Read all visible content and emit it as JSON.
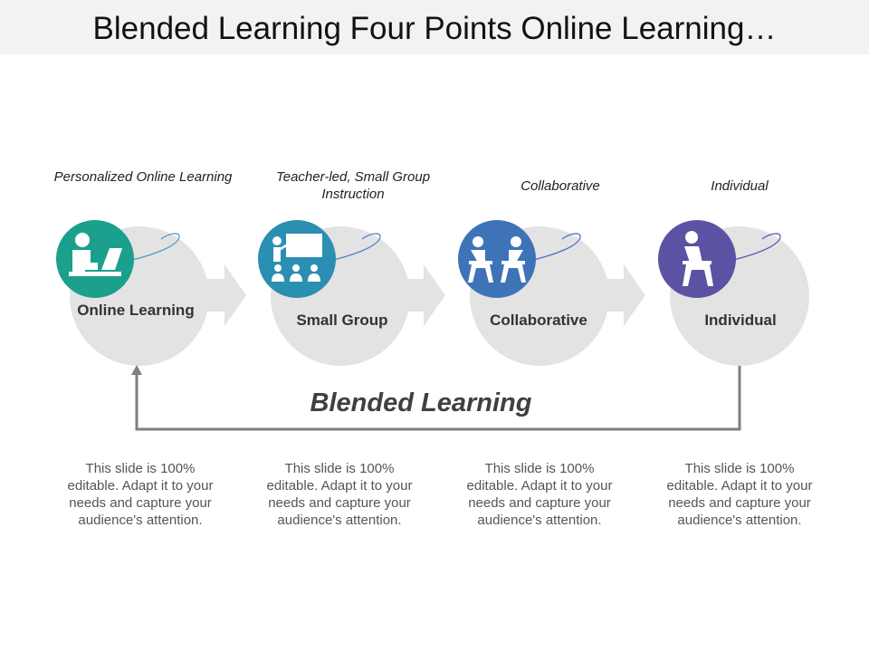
{
  "title": "Blended Learning Four Points Online Learning…",
  "center_title": "Blended Learning",
  "colors": {
    "circle_bg": "#e3e3e3",
    "connector": "#7f7f7f",
    "step1": "#1aa08c",
    "step2": "#2a8fb2",
    "step3": "#3e73b8",
    "step4": "#5b52a3"
  },
  "steps": [
    {
      "caption": "Personalized Online Learning",
      "label": "Online Learning",
      "icon": "person-at-laptop-icon",
      "description": "This slide is 100% editable. Adapt it to your needs and capture your audience's attention."
    },
    {
      "caption": "Teacher-led, Small Group Instruction",
      "label": "Small Group",
      "icon": "teacher-presenting-icon",
      "description": "This slide is 100% editable. Adapt it to your needs and capture your audience's attention."
    },
    {
      "caption": "Collaborative",
      "label": "Collaborative",
      "icon": "two-students-at-desks-icon",
      "description": "This slide is 100% editable. Adapt it to your needs and capture your audience's attention."
    },
    {
      "caption": "Individual",
      "label": "Individual",
      "icon": "student-at-desk-icon",
      "description": "This slide is 100% editable. Adapt it to your needs and capture your audience's attention."
    }
  ]
}
